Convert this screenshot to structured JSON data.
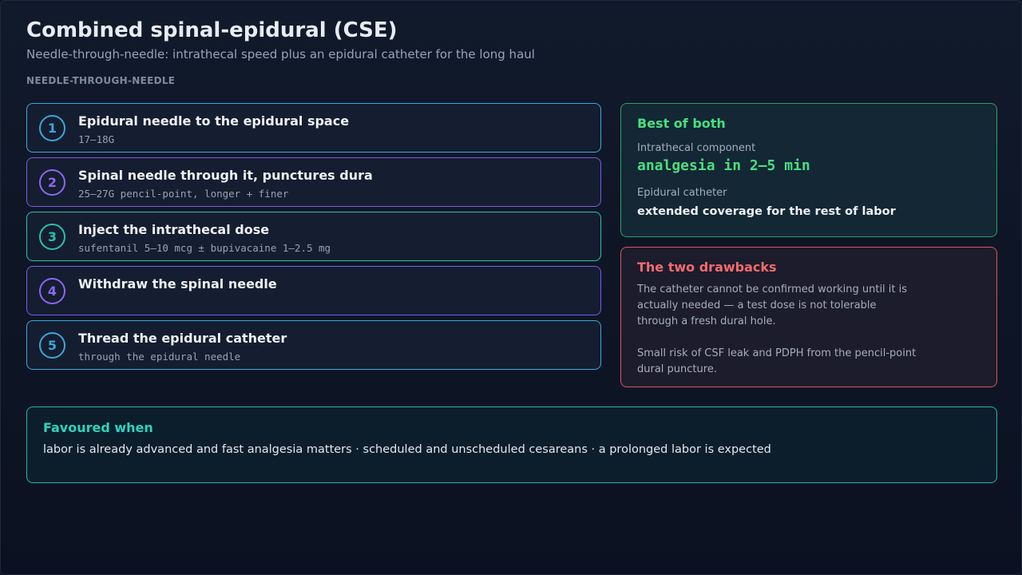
{
  "header": {
    "title": "Combined spinal-epidural (CSE)",
    "subtitle": "Needle-through-needle: intrathecal speed plus an epidural catheter for the long haul",
    "section_label": "NEEDLE-THROUGH-NEEDLE"
  },
  "steps": [
    {
      "number": "1",
      "title": "Epidural needle to the epidural space",
      "detail": "17–18G",
      "accent": "#3aa8dc"
    },
    {
      "number": "2",
      "title": "Spinal needle through it, punctures dura",
      "detail": "25–27G pencil-point, longer + finer",
      "accent": "#7b5be0"
    },
    {
      "number": "3",
      "title": "Inject the intrathecal dose",
      "detail": "sufentanil 5–10 mcg ± bupivacaine 1–2.5 mg",
      "accent": "#25c2b0"
    },
    {
      "number": "4",
      "title": "Withdraw the spinal needle",
      "detail": "",
      "accent": "#7b5be0"
    },
    {
      "number": "5",
      "title": "Thread the epidural catheter",
      "detail": "through the epidural needle",
      "accent": "#3aa8dc"
    }
  ],
  "best_of_both": {
    "title": "Best of both",
    "intrathecal_label": "Intrathecal component",
    "intrathecal_value": "analgesia in 2–5 min",
    "epidural_label": "Epidural catheter",
    "epidural_value": "extended coverage for the rest of labor",
    "color": "#4ade80"
  },
  "drawbacks": {
    "title": "The two drawbacks",
    "items": [
      "The catheter cannot be confirmed working until it is actually needed — a test dose is not tolerable through a fresh dural hole.",
      "Small risk of CSF leak and PDPH from the pencil-point dural puncture."
    ],
    "color": "#f26c6c"
  },
  "favoured": {
    "title": "Favoured when",
    "text": "labor is already advanced and fast analgesia matters · scheduled and unscheduled cesareans · a prolonged labor is expected",
    "color": "#2dd4bf"
  }
}
